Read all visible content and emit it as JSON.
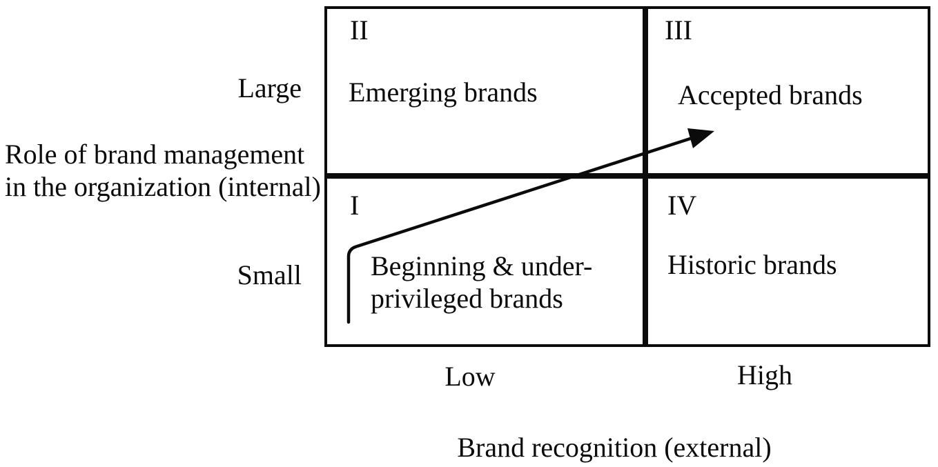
{
  "figure": {
    "quadrants": [
      {
        "numeral": "II",
        "label": "Emerging brands"
      },
      {
        "numeral": "III",
        "label": "Accepted brands"
      },
      {
        "numeral": "I",
        "label": "Beginning & under-\nprivileged brands"
      },
      {
        "numeral": "IV",
        "label": "Historic brands"
      }
    ],
    "y_axis": {
      "title": "Role of brand management\nin the organization (internal)",
      "high_label": "Large",
      "low_label": "Small"
    },
    "x_axis": {
      "title": "Brand recognition (external)",
      "low_label": "Low",
      "high_label": "High"
    },
    "arrow": {
      "name": "growth-arrow",
      "from": "Quadrant I",
      "to": "Quadrant III"
    },
    "colors": {
      "ink": "#0b0b0b",
      "background": "#ffffff"
    }
  }
}
